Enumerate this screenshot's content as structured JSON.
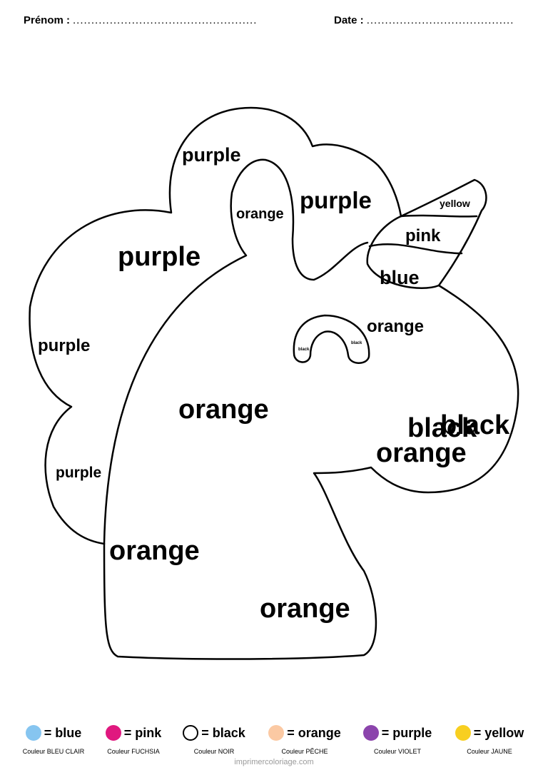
{
  "header": {
    "name_label": "Prénom :",
    "name_dots": "..................................................",
    "date_label": "Date :",
    "date_dots": "........................................"
  },
  "regions": {
    "top_mane": "purple",
    "ear": "orange",
    "mid_mane": "purple",
    "large_mane": "purple",
    "left_mane": "purple",
    "lower_mane": "purple",
    "horn_tip": "yellow",
    "horn_middle": "pink",
    "horn_base": "blue",
    "face_upper": "orange",
    "eye_left": "black",
    "eye_right": "black",
    "nostril_1": "black",
    "nostril_2": "black",
    "snout": "orange",
    "neck": "orange",
    "neck_lower": "orange",
    "neck_bottom": "orange"
  },
  "legend": [
    {
      "word": "= blue",
      "fr": "Couleur BLEU CLAIR",
      "color": "#86c5f0"
    },
    {
      "word": "= pink",
      "fr": "Couleur FUCHSIA",
      "color": "#e0187f"
    },
    {
      "word": "= black",
      "fr": "Couleur NOIR",
      "color": "#ffffff"
    },
    {
      "word": "= orange",
      "fr": "Couleur PÊCHE",
      "color": "#fbc9a3"
    },
    {
      "word": "= purple",
      "fr": "Couleur VIOLET",
      "color": "#8b44ac"
    },
    {
      "word": "= yellow",
      "fr": "Couleur JAUNE",
      "color": "#f8cf20"
    }
  ],
  "footer": {
    "site": "imprimercoloriage.com"
  }
}
